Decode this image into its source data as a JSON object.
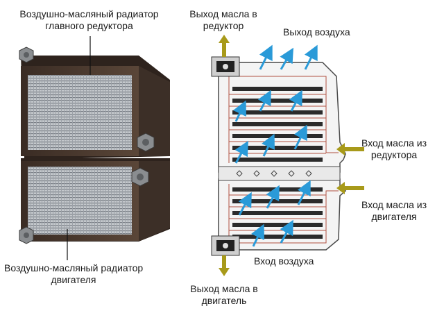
{
  "labels": {
    "main_gearbox_radiator": [
      "Воздушно-масляный радиатор",
      "главного редуктора"
    ],
    "engine_radiator": [
      "Воздушно-масляный радиатор",
      "двигателя"
    ],
    "oil_out_gearbox": [
      "Выход масла в",
      "редуктор"
    ],
    "air_out": "Выход воздуха",
    "oil_in_gearbox": [
      "Вход масла из",
      "редуктора"
    ],
    "oil_in_engine": [
      "Вход масла из",
      "двигателя"
    ],
    "air_in": "Вход воздуха",
    "oil_out_engine": [
      "Выход масла в",
      "двигатель"
    ]
  },
  "colors": {
    "oil_arrow": "#a89a1a",
    "air_arrow": "#2a9ad8",
    "oil_path": "#b05040",
    "housing": "#4a3a30",
    "core": "#b8bcc0"
  }
}
